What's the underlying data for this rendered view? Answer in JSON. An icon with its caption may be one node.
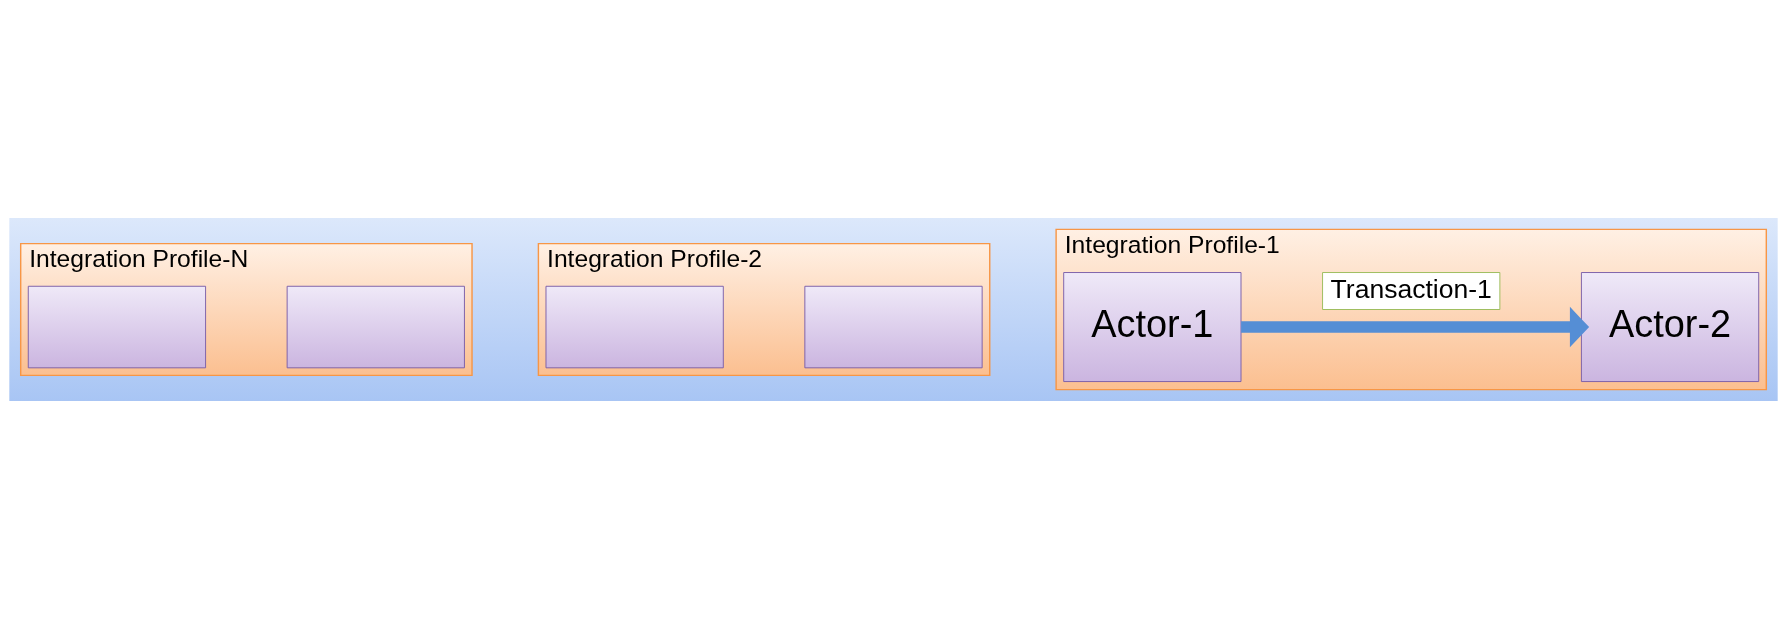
{
  "diagram": {
    "nodes": [
      {
        "text": [
          "Integration Profile-N"
        ]
      },
      {
        "text": [],
        "shape": "box",
        "in": 0
      },
      {
        "text": [],
        "shape": "box",
        "in": 0
      },
      {
        "text": [
          "Integration Profile-2"
        ]
      },
      {
        "text": [],
        "shape": "box",
        "in": 3
      },
      {
        "text": [],
        "shape": "box",
        "in": 3
      },
      {
        "text": [
          "Integration Profile-1"
        ]
      },
      {
        "text": [
          "Actor-1"
        ],
        "in": 6
      },
      {
        "text": [
          "Actor-2"
        ],
        "in": 6
      },
      {
        "text": [
          "Transaction-1"
        ],
        "in": 6
      }
    ],
    "edges": [
      {
        "from": 7,
        "to": 8,
        "arrow": "to"
      }
    ]
  }
}
